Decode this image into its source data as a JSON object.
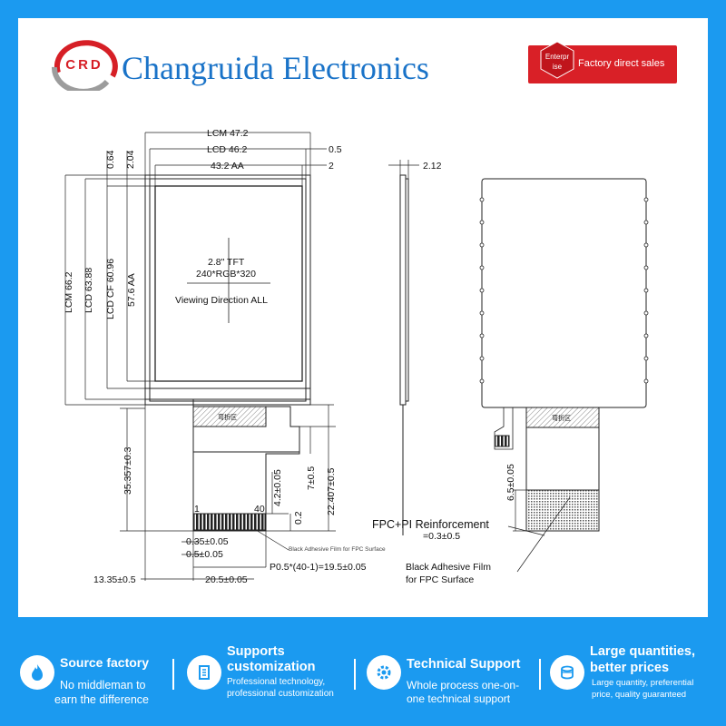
{
  "header": {
    "logo_text": "CRD",
    "company": "Changruida Electronics",
    "badge_seal_line1": "Enterpr",
    "badge_seal_line2": "ise",
    "badge_text": "Factory direct sales"
  },
  "drawing": {
    "lcm_w": "LCM 47.2",
    "lcd_w": "LCD 46.2",
    "aa_w": "43.2 AA",
    "dim_05": "0.5",
    "dim_2": "2",
    "dim_064": "0.64",
    "dim_204": "2.04",
    "lcm_h": "LCM 66.2",
    "lcd_h": "LCD 63.88",
    "cf_h": "LCD CF 60.96",
    "aa_h": "57.6 AA",
    "panel_line1": "2.8\" TFT",
    "panel_line2": "240*RGB*320",
    "panel_line3": "Viewing Direction ALL",
    "bend_label": "弯折区",
    "dim_35357": "35.357±0.3",
    "dim_42": "4.2±0.05",
    "dim_7": "7±0.5",
    "dim_22407": "22.407±0.5",
    "dim_02": "0.2",
    "pin1": "1",
    "pin40": "40",
    "dim_035": "0.35±0.05",
    "dim_05b": "0.5±0.05",
    "dim_pitch": "P0.5*(40-1)=19.5±0.05",
    "dim_1335": "13.35±0.5",
    "dim_205": "20.5±0.05",
    "black_film_small": "Black Adhesive Film for FPC Surface",
    "dim_212": "2.12",
    "dim_65": "6.5±0.05",
    "fpc_pi": "FPC+PI Reinforcement",
    "dim_03": "=0.3±0.5",
    "black_film_l1": "Black Adhesive Film",
    "black_film_l2": "for FPC Surface"
  },
  "features": [
    {
      "icon": "flame-icon",
      "title": "Source factory",
      "desc1": "No middleman to",
      "desc2": "earn the difference"
    },
    {
      "icon": "chip-icon",
      "title": "Supports",
      "title2": "customization",
      "desc1": "Professional technology,",
      "desc2": "professional customization"
    },
    {
      "icon": "gear-icon",
      "title": "Technical Support",
      "desc1": "Whole process one-on-",
      "desc2": "one technical support"
    },
    {
      "icon": "coins-icon",
      "title": "Large quantities,",
      "title2": "better prices",
      "desc1": "Large quantity, preferential",
      "desc2": "price, quality guaranteed"
    }
  ],
  "colors": {
    "background": "#1b9af0",
    "brand": "#1a73c8",
    "badge": "#d92027",
    "sheet": "#ffffff"
  }
}
